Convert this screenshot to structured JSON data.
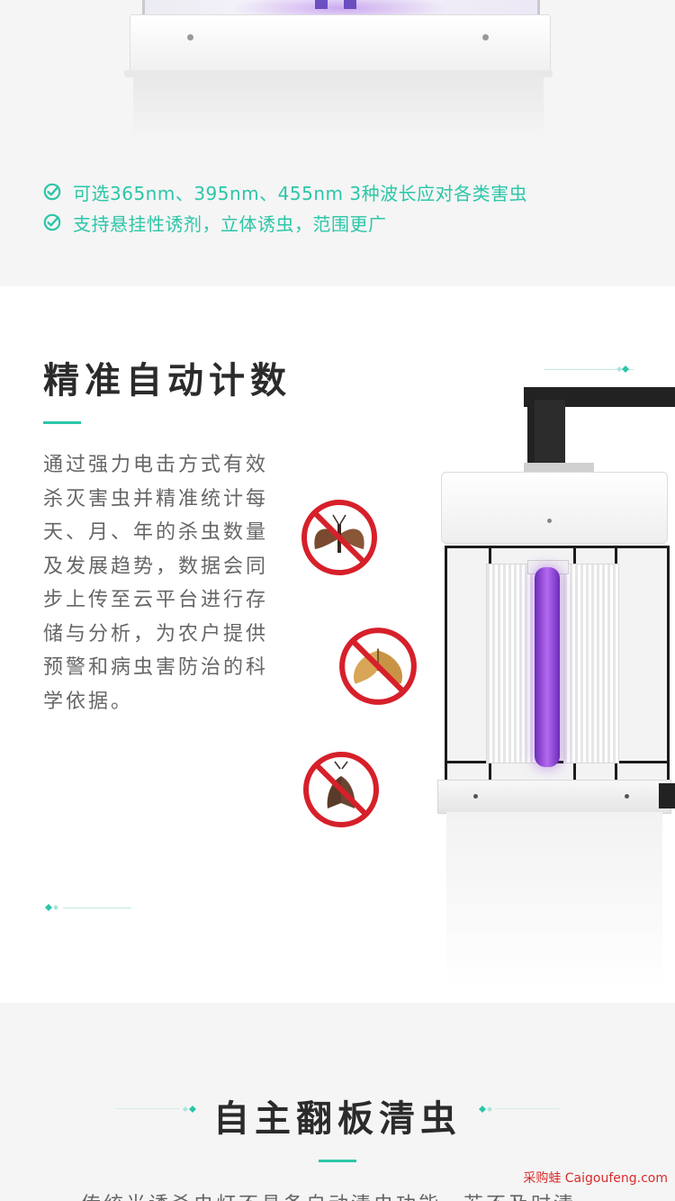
{
  "top": {
    "features": [
      {
        "icon": "check-circle-icon",
        "text": "可选365nm、395nm、455nm 3种波长应对各类害虫"
      },
      {
        "icon": "check-circle-icon",
        "text": "支持悬挂性诱剂，立体诱虫，范围更广"
      }
    ]
  },
  "counting": {
    "title": "精准自动计数",
    "description_lines": [
      "通过强力电击方式有效",
      "杀灭害虫并精准统计每",
      "天、月、年的杀虫数量",
      "及发展趋势，数据会同",
      "步上传至云平台进行存",
      "储与分析，为农户提供",
      "预警和病虫害防治的科",
      "学依据。"
    ],
    "pest_icons": [
      "moth-prohibited-icon",
      "leaf-moth-prohibited-icon",
      "brown-moth-prohibited-icon"
    ]
  },
  "cleaning": {
    "title": "自主翻板清虫",
    "text_partial": "传统光诱杀虫灯不具备自动清虫功能，若不及时清"
  },
  "watermark": "采购蛙 Caigoufeng.com",
  "colors": {
    "accent": "#2cc6a8",
    "prohibit_red": "#d6202a",
    "uv_purple": "#8a3fd6"
  }
}
